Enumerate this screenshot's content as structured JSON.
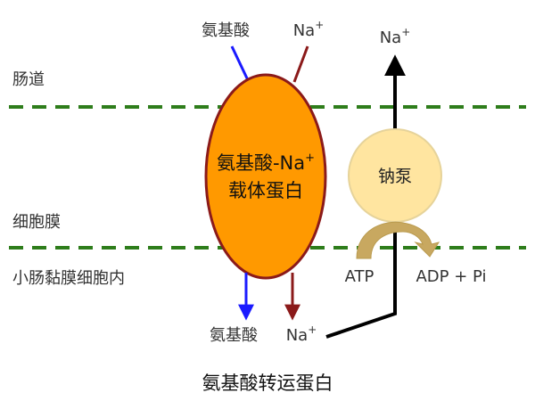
{
  "regions": {
    "intestine": "肠道",
    "membrane": "细胞膜",
    "cell_inside": "小肠黏膜细胞内"
  },
  "top": {
    "amino_acid": "氨基酸",
    "na_left": "Na",
    "na_right": "Na",
    "sup": "+"
  },
  "carrier": {
    "line1_text": "氨基酸-Na",
    "line1_sup": "+",
    "line2": "载体蛋白"
  },
  "pump": {
    "label": "钠泵",
    "atp": "ATP",
    "adp": "ADP + Pi"
  },
  "bottom": {
    "amino_acid": "氨基酸",
    "na": "Na",
    "sup": "+"
  },
  "caption": "氨基酸转运蛋白",
  "colors": {
    "membrane_line": "#2e7d1b",
    "carrier_fill": "#ff9900",
    "carrier_stroke": "#8b1a1a",
    "pump_fill": "#ffe5a0",
    "atp_arrow": "#c8a860",
    "blue_arrow": "#1a1aff",
    "red_arrow": "#8b1a1a"
  }
}
